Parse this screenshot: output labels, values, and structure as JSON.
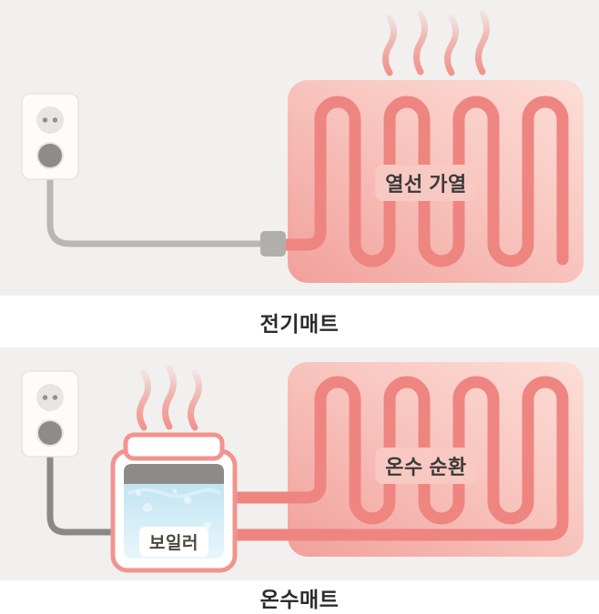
{
  "panels": [
    {
      "caption": "전기매트",
      "mat_label": "열선 가열"
    },
    {
      "caption": "온수매트",
      "mat_label": "온수 순환",
      "boiler_label": "보일러"
    }
  ],
  "icons": {
    "wall_outlet": "wall-outlet-icon",
    "power_plug": "power-plug-icon",
    "power_cord": "power-cord",
    "cord_connector": "cord-connector-icon",
    "heat_waves": "heat-waves-icon",
    "heating_mat": "heating-mat",
    "heating_coil": "heating-coil",
    "boiler": "boiler-icon",
    "water_bubbles": "water-bubbles"
  },
  "colors": {
    "panel_bg": "#f1f0ee",
    "caption_bg": "#ffffff",
    "mat_gradient_start": "#f2a09b",
    "mat_gradient_end": "#fcded7",
    "tube": "#ee8581",
    "heat_wave": "#f0948e",
    "cord_light": "#b9b6b3",
    "cord_dark": "#8b8885",
    "plug": "#8e8b88",
    "boiler_outline": "#f19490",
    "boiler_cap": "#8d8b88",
    "water_top": "#b7dfee",
    "water_bottom": "#e8f6fb",
    "label_text": "#3b3a39"
  }
}
